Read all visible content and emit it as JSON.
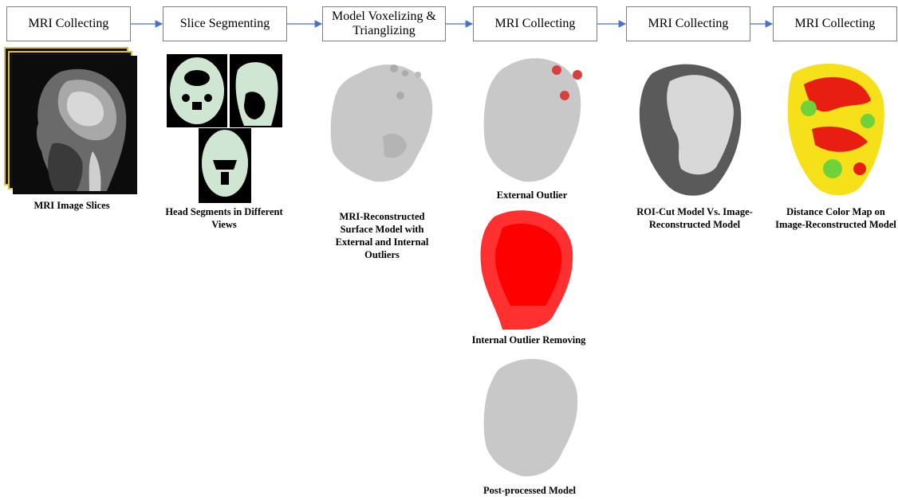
{
  "steps": [
    {
      "label": "MRI Collecting"
    },
    {
      "label": "Slice Segmenting"
    },
    {
      "label": "Model Voxelizing &\nTrianglizing"
    },
    {
      "label": "MRI Collecting"
    },
    {
      "label": "MRI Collecting"
    },
    {
      "label": "MRI Collecting"
    }
  ],
  "captions": {
    "mri_slices": "MRI Image Slices",
    "head_segments": "Head Segments in Different Views",
    "surface_model": "MRI-Reconstructed Surface Model with External and Internal Outliers",
    "external_outlier": "External Outlier",
    "internal_outlier": "Internal Outlier Removing",
    "post_processed": "Post-processed Model",
    "roi_cut": "ROI-Cut Model Vs. Image-Reconstructed Model",
    "distance_map": "Distance Color Map on Image-Reconstructed Model"
  },
  "colors": {
    "arrow": "#4472c4",
    "box_border": "#7f7f7f",
    "segment_fill": "#cfe6d2",
    "outlier_red": "#ff0000",
    "model_gray": "#c8c8c8"
  }
}
